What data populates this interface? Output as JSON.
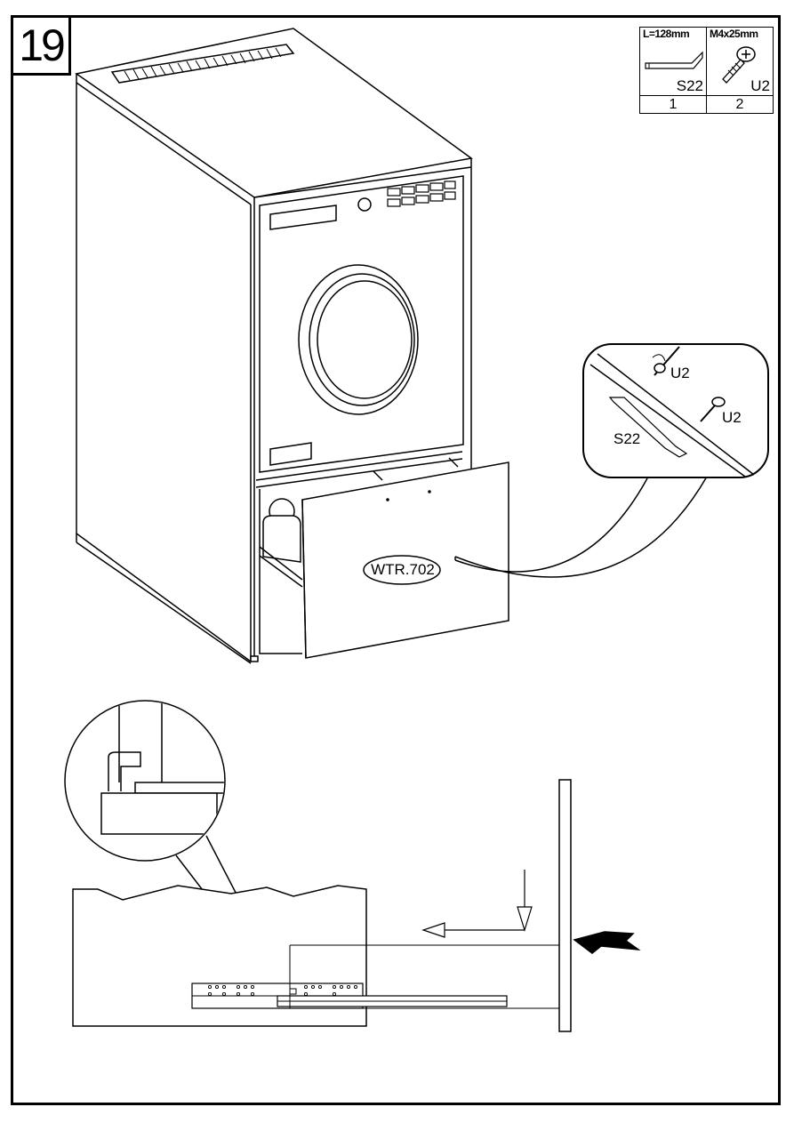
{
  "step": {
    "number": "19"
  },
  "parts_table": {
    "items": [
      {
        "spec": "L=128mm",
        "code": "S22",
        "qty": "1",
        "icon": "handle-icon"
      },
      {
        "spec": "M4x25mm",
        "code": "U2",
        "qty": "2",
        "icon": "screw-icon"
      }
    ]
  },
  "drawer_label": "WTR.702",
  "callout": {
    "screw_label_top": "U2",
    "screw_label_right": "U2",
    "handle_label": "S22"
  }
}
